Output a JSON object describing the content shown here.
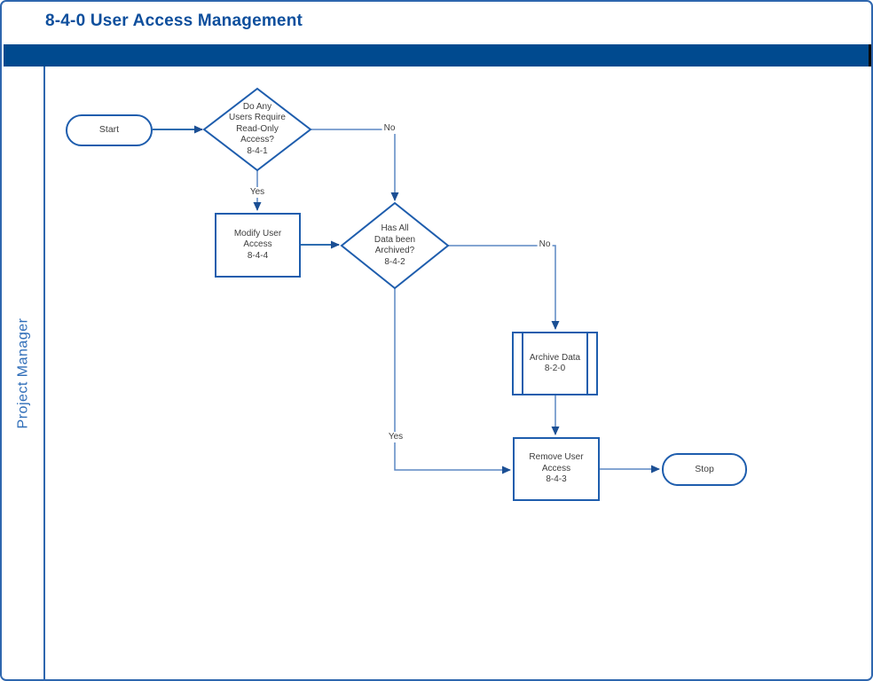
{
  "header": {
    "title": "8-4-0 User Access Management"
  },
  "swimlane": {
    "label": "Project Manager"
  },
  "nodes": {
    "start": {
      "type": "terminator",
      "label": "Start"
    },
    "decision_read_only": {
      "type": "decision",
      "label": "Do Any\nUsers Require\nRead-Only\nAccess?\n8-4-1"
    },
    "modify_user_access": {
      "type": "process",
      "label": "Modify User\nAccess\n8-4-4"
    },
    "decision_archived": {
      "type": "decision",
      "label": "Has All\nData been\nArchived?\n8-4-2"
    },
    "archive_data": {
      "type": "predefined-process",
      "label": "Archive Data\n8-2-0"
    },
    "remove_user_access": {
      "type": "process",
      "label": "Remove User\nAccess\n8-4-3"
    },
    "stop": {
      "type": "terminator",
      "label": "Stop"
    }
  },
  "edges": {
    "read_only_no": "No",
    "read_only_yes": "Yes",
    "archived_no": "No",
    "archived_yes": "Yes"
  },
  "colors": {
    "title": "#0e4f9d",
    "band": "#004a8f",
    "page_border": "#2e66ae",
    "shape_border": "#1e5dad",
    "connector": "#5b87c3",
    "connector_dark": "#2e6cb0",
    "arrow": "#1b4f94",
    "node_text": "#3d3d3d",
    "lane_text": "#2e6db8"
  }
}
